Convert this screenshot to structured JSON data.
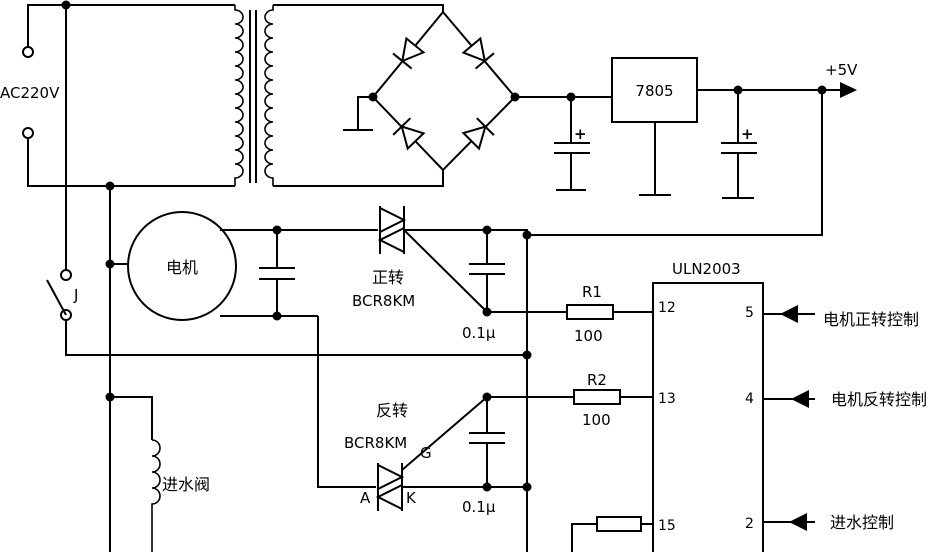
{
  "supply": {
    "mains_label": "AC220V",
    "regulator_label": "7805",
    "output_label": "+5V",
    "plus_sign": "+"
  },
  "motor": {
    "label": "电机",
    "relay_label": "J"
  },
  "triacs": {
    "forward_label": "正转",
    "forward_part": "BCR8KM",
    "reverse_label": "反转",
    "reverse_part": "BCR8KM",
    "gate_label": "G",
    "anode_label": "A",
    "cathode_label": "K"
  },
  "capacitors": {
    "forward_value": "0.1μ",
    "reverse_value": "0.1μ"
  },
  "resistors": {
    "r1_name": "R1",
    "r1_value": "100",
    "r2_name": "R2",
    "r2_value": "100"
  },
  "driver": {
    "name": "ULN2003",
    "pin_12": "12",
    "pin_13": "13",
    "pin_15": "15",
    "pin_5": "5",
    "pin_4": "4",
    "pin_2": "2"
  },
  "controls": {
    "forward": "电机正转控制",
    "reverse": "电机反转控制",
    "valve": "进水控制"
  },
  "valve": {
    "label": "进水阀"
  }
}
